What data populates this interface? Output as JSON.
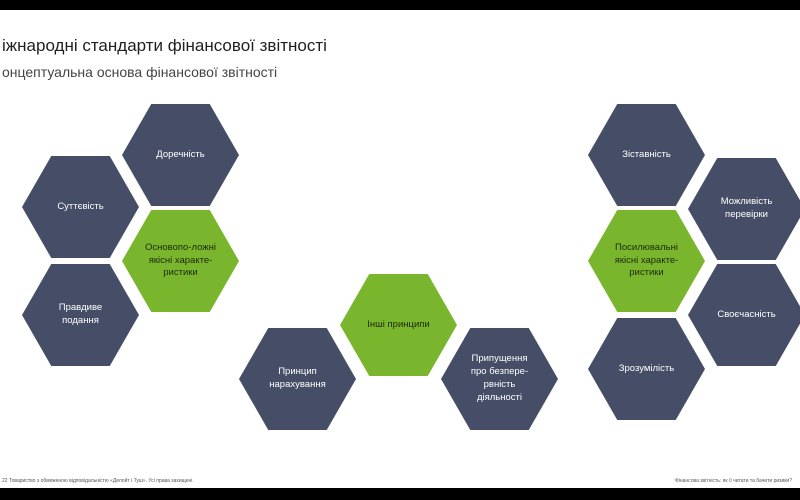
{
  "title": "іжнародні стандарти фінансової звітності",
  "subtitle": "онцептуальна основа фінансової звітності",
  "left_group": {
    "center": "Основопо-ложні якісні характе-ристики",
    "items": [
      "Доречність",
      "Суттєвість",
      "Правдиве подання"
    ]
  },
  "middle_group": {
    "center": "Інші принципи",
    "items": [
      "Принцип нарахування",
      "Припущення про безпере-рвність діяльності"
    ]
  },
  "right_group": {
    "center": "Посилювальні якісні характе-ристики",
    "items": [
      "Зіставність",
      "Можливість перевірки",
      "Своєчасність",
      "Зрозумілість"
    ]
  },
  "footer": {
    "left": "22 Товариство з обмеженою відповідальністю «Делойт і Туш». Усі права захищені.",
    "right": "Фінансова звітність: як її читати та бачити ризики?"
  },
  "colors": {
    "hex_navy": "#454e66",
    "hex_green": "#7ab52e"
  }
}
